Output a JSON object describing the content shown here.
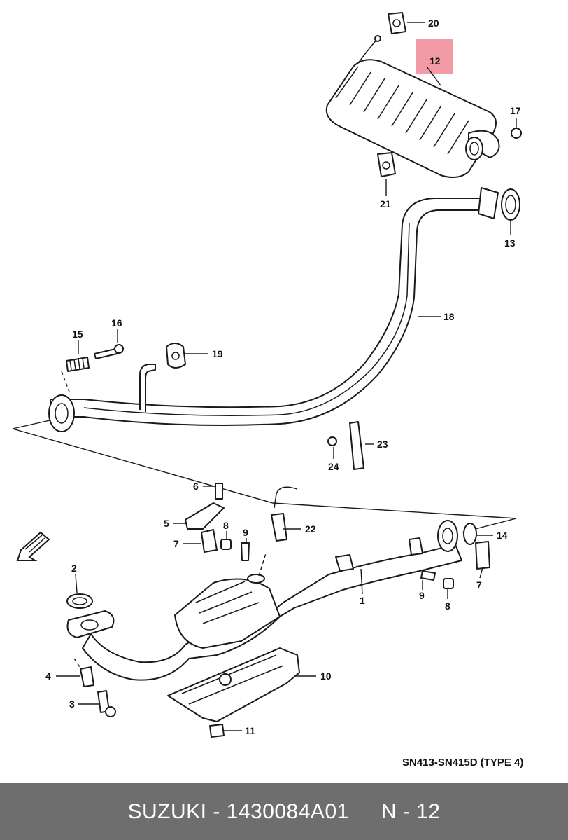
{
  "diagram": {
    "highlight_color": "#f08a97",
    "model_caption": "SN413-SN415D (TYPE 4)",
    "callouts": {
      "p1": "1",
      "p2": "2",
      "p3": "3",
      "p4": "4",
      "p5": "5",
      "p6": "6",
      "p7a": "7",
      "p7b": "7",
      "p8a": "8",
      "p8b": "8",
      "p9a": "9",
      "p9b": "9",
      "p10": "10",
      "p11": "11",
      "p12": "12",
      "p13": "13",
      "p14": "14",
      "p15": "15",
      "p16": "16",
      "p17": "17",
      "p18": "18",
      "p19": "19",
      "p20": "20",
      "p21": "21",
      "p22": "22",
      "p23": "23",
      "p24": "24"
    },
    "icons": {
      "front_arrow": "front-direction-arrow-icon"
    }
  },
  "footer": {
    "brand_part": "SUZUKI - 1430084A01",
    "ref": "N - 12",
    "background": "#6e6e6e"
  }
}
